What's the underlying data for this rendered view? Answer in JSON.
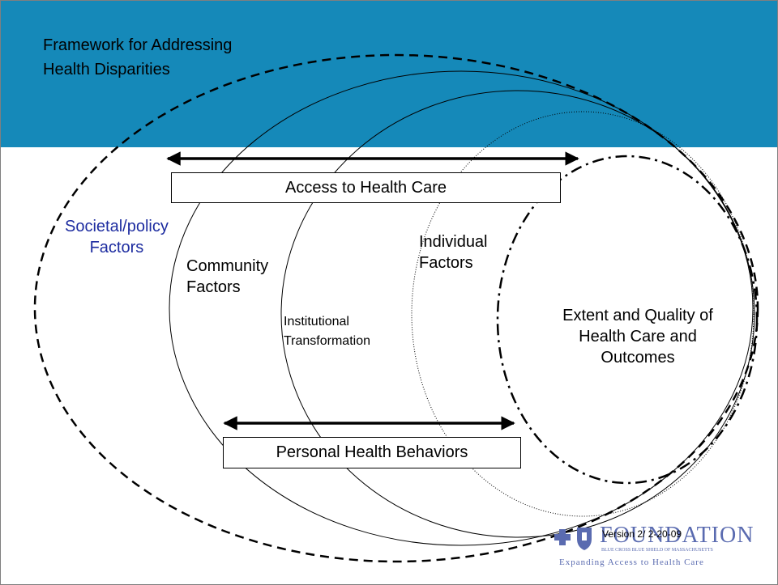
{
  "title": {
    "line1": "Framework for Addressing",
    "line2": "Health Disparities"
  },
  "labels": {
    "societal_line1": "Societal/policy",
    "societal_line2": "Factors",
    "community_line1": "Community",
    "community_line2": "Factors",
    "institutional_line1": "Institutional",
    "institutional_line2": "Transformation",
    "individual_line1": "Individual",
    "individual_line2": "Factors",
    "outcomes_line1": "Extent and Quality of",
    "outcomes_line2": "Health Care and",
    "outcomes_line3": "Outcomes"
  },
  "boxes": {
    "access": "Access to Health Care",
    "behaviors": "Personal Health Behaviors"
  },
  "footer": {
    "logo_word": "FOUNDATION",
    "logo_sub": "BLUE CROSS BLUE SHIELD OF MASSACHUSETTS",
    "logo_tag": "Expanding Access to Health Care",
    "version": "Version 2/ 2-20-09"
  },
  "colors": {
    "header_band": "#1589b9",
    "societal_text": "#1d2ca0",
    "logo": "#5a6bb0"
  }
}
